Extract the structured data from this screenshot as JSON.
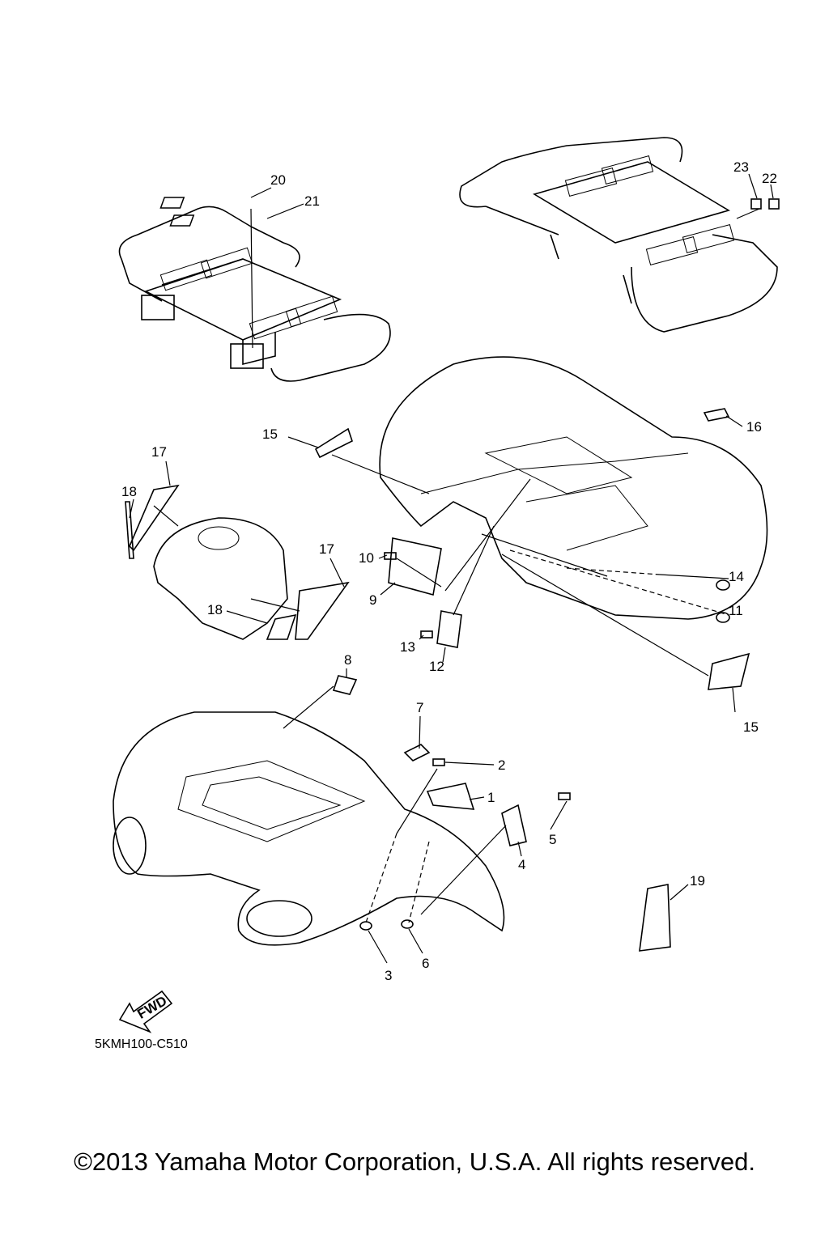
{
  "diagram": {
    "callouts": [
      {
        "id": "c20",
        "label": "20"
      },
      {
        "id": "c21",
        "label": "21"
      },
      {
        "id": "c23",
        "label": "23"
      },
      {
        "id": "c22",
        "label": "22"
      },
      {
        "id": "c15a",
        "label": "15"
      },
      {
        "id": "c16",
        "label": "16"
      },
      {
        "id": "c17a",
        "label": "17"
      },
      {
        "id": "c18a",
        "label": "18"
      },
      {
        "id": "c17b",
        "label": "17"
      },
      {
        "id": "c18b",
        "label": "18"
      },
      {
        "id": "c10",
        "label": "10"
      },
      {
        "id": "c9",
        "label": "9"
      },
      {
        "id": "c14",
        "label": "14"
      },
      {
        "id": "c11",
        "label": "11"
      },
      {
        "id": "c13",
        "label": "13"
      },
      {
        "id": "c12",
        "label": "12"
      },
      {
        "id": "c15b",
        "label": "15"
      },
      {
        "id": "c8",
        "label": "8"
      },
      {
        "id": "c7",
        "label": "7"
      },
      {
        "id": "c2",
        "label": "2"
      },
      {
        "id": "c1",
        "label": "1"
      },
      {
        "id": "c5",
        "label": "5"
      },
      {
        "id": "c4",
        "label": "4"
      },
      {
        "id": "c19",
        "label": "19"
      },
      {
        "id": "c3",
        "label": "3"
      },
      {
        "id": "c6",
        "label": "6"
      }
    ],
    "fwd_label": "FWD",
    "diagram_code": "5KMH100-C510"
  },
  "footer": {
    "copyright": "©2013 Yamaha Motor Corporation, U.S.A. All rights reserved."
  }
}
